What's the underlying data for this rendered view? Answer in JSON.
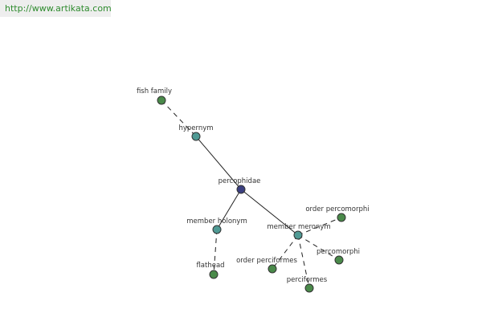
{
  "source_url": "http://www.artikata.com",
  "colors": {
    "banner_bg": "#eeeeee",
    "banner_text": "#2e8b2e",
    "edge": "#222222",
    "node_outline": "#333333",
    "center_node": "#3b3f80",
    "relation_node": "#4f9a94",
    "word_node": "#4a8a4a"
  },
  "nodes": [
    {
      "id": "fish-family",
      "label": "fish family",
      "kind": "word"
    },
    {
      "id": "hypernym",
      "label": "hypernym",
      "kind": "relation"
    },
    {
      "id": "percophidae",
      "label": "percophidae",
      "kind": "center"
    },
    {
      "id": "member-holonym",
      "label": "member holonym",
      "kind": "relation"
    },
    {
      "id": "flathead",
      "label": "flathead",
      "kind": "word"
    },
    {
      "id": "member-meronym",
      "label": "member meronym",
      "kind": "relation"
    },
    {
      "id": "order-percomorphi",
      "label": "order percomorphi",
      "kind": "word"
    },
    {
      "id": "percomorphi",
      "label": "percomorphi",
      "kind": "word"
    },
    {
      "id": "order-perciformes",
      "label": "order perciformes",
      "kind": "word"
    },
    {
      "id": "perciformes",
      "label": "perciformes",
      "kind": "word"
    }
  ],
  "edges": [
    {
      "from": "fish-family",
      "to": "hypernym",
      "style": "dashed"
    },
    {
      "from": "hypernym",
      "to": "percophidae",
      "style": "solid"
    },
    {
      "from": "percophidae",
      "to": "member-holonym",
      "style": "solid"
    },
    {
      "from": "member-holonym",
      "to": "flathead",
      "style": "dashed"
    },
    {
      "from": "percophidae",
      "to": "member-meronym",
      "style": "solid"
    },
    {
      "from": "member-meronym",
      "to": "order-percomorphi",
      "style": "dashed"
    },
    {
      "from": "member-meronym",
      "to": "percomorphi",
      "style": "dashed"
    },
    {
      "from": "member-meronym",
      "to": "order-perciformes",
      "style": "dashed"
    },
    {
      "from": "member-meronym",
      "to": "perciformes",
      "style": "dashed"
    }
  ]
}
